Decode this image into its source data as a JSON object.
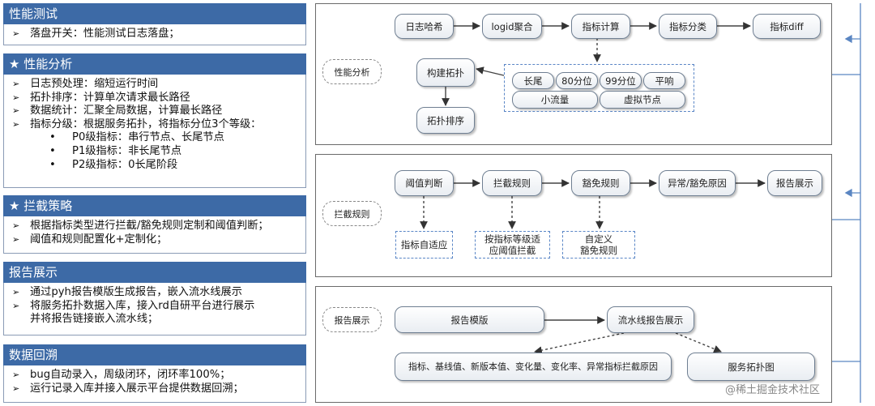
{
  "left": {
    "perf_test": {
      "title": "性能测试",
      "items": [
        "落盘开关：性能测试日志落盘；"
      ]
    },
    "perf_analysis": {
      "title": "★ 性能分析",
      "items": [
        "日志预处理：缩短运行时间",
        "拓扑排序：计算单次请求最长路径",
        "数据统计：汇聚全局数据，计算最长路径",
        "指标分级：根据服务拓扑，将指标分位3个等级："
      ],
      "subitems": [
        "P0级指标：串行节点、长尾节点",
        "P1级指标：非长尾节点",
        "P2级指标：0长尾阶段"
      ]
    },
    "intercept": {
      "title": "★ 拦截策略",
      "items": [
        "根据指标类型进行拦截/豁免规则定制和阈值判断；",
        "阈值和规则配置化+定制化；"
      ]
    },
    "report": {
      "title": "报告展示",
      "items": [
        "通过pyh报告模版生成报告，嵌入流水线展示",
        "将服务拓扑数据入库，接入rd自研平台进行展示"
      ],
      "item2_cont": "并将报告链接嵌入流水线；"
    },
    "trace": {
      "title": "数据回溯",
      "items": [
        "bug自动录入，周级闭环，闭环率100%；",
        "运行记录入库并接入展示平台提供数据回溯；"
      ]
    }
  },
  "diagram": {
    "p1": {
      "label": "性能分析",
      "nodes": {
        "log_hash": "日志哈希",
        "logid": "logid聚合",
        "calc": "指标计算",
        "classify": "指标分类",
        "diff": "指标diff",
        "build_topo": "构建拓扑",
        "topo_sort": "拓扑排序"
      },
      "metrics": {
        "longtail": "长尾",
        "p80": "80分位",
        "p99": "99分位",
        "avg": "平响",
        "small_flow": "小流量",
        "virtual": "虚拟节点"
      }
    },
    "p2": {
      "label": "拦截规则",
      "nodes": {
        "threshold": "阈值判断",
        "block_rule": "拦截规则",
        "exempt_rule": "豁免规则",
        "cause": "异常/豁免原因",
        "report": "报告展示"
      },
      "notes": {
        "adaptive": "指标自适应",
        "level_a": "按指标等级适",
        "level_b": "应阈值拦截",
        "custom_a": "自定义",
        "custom_b": "豁免规则"
      }
    },
    "p3": {
      "label": "报告展示",
      "nodes": {
        "template": "报告模版",
        "pipeline": "流水线报告展示",
        "indicators": "指标、基线值、新版本值、变化量、变化率、异常指标拦截原因",
        "topo_graph": "服务拓扑图"
      }
    }
  },
  "watermark": "@稀土掘金技术社区",
  "colors": {
    "header": "#3d6aa6",
    "connector": "#5b86c2"
  }
}
